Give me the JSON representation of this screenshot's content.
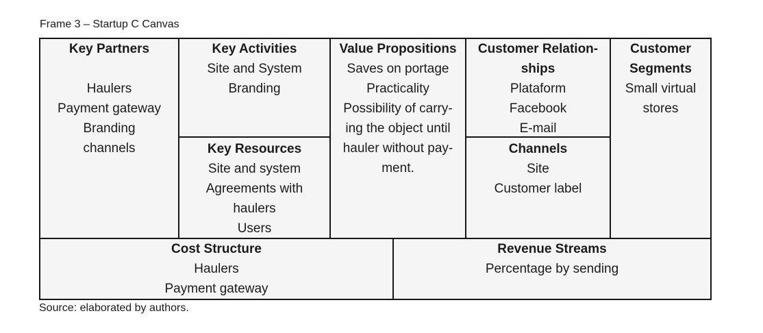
{
  "figure": {
    "caption": "Frame 3 – Startup C Canvas",
    "source_note": "Source: elaborated by authors."
  },
  "canvas": {
    "key_partners": {
      "title": "Key Partners",
      "items": [
        "Haulers",
        "Payment gateway",
        "Branding",
        "channels"
      ]
    },
    "key_activities": {
      "title": "Key Activities",
      "items": [
        "Site and System",
        "Branding"
      ]
    },
    "key_resources": {
      "title": "Key Resources",
      "items": [
        "Site and system",
        "Agreements with\nhaulers",
        "Users"
      ]
    },
    "value_propositions": {
      "title": "Value Propositions",
      "items": [
        "Saves on portage",
        "Practicality",
        "Possibility of carry-\ning the object until\nhauler without pay-\nment."
      ]
    },
    "customer_relationships": {
      "title": "Customer Relation-\nships",
      "items": [
        "Plataform",
        "Facebook",
        "E-mail"
      ]
    },
    "channels": {
      "title": "Channels",
      "items": [
        "Site",
        "Customer label"
      ]
    },
    "customer_segments": {
      "title": "Customer\nSegments",
      "items": [
        "Small virtual\nstores"
      ]
    },
    "cost_structure": {
      "title": "Cost Structure",
      "items": [
        "Haulers",
        "Payment gateway"
      ]
    },
    "revenue_streams": {
      "title": "Revenue Streams",
      "items": [
        "Percentage by sending"
      ]
    }
  },
  "colors": {
    "page_background": "#ffffff",
    "cell_background": "#f5f5f6",
    "border": "#161616",
    "text": "#1b1b1b"
  }
}
